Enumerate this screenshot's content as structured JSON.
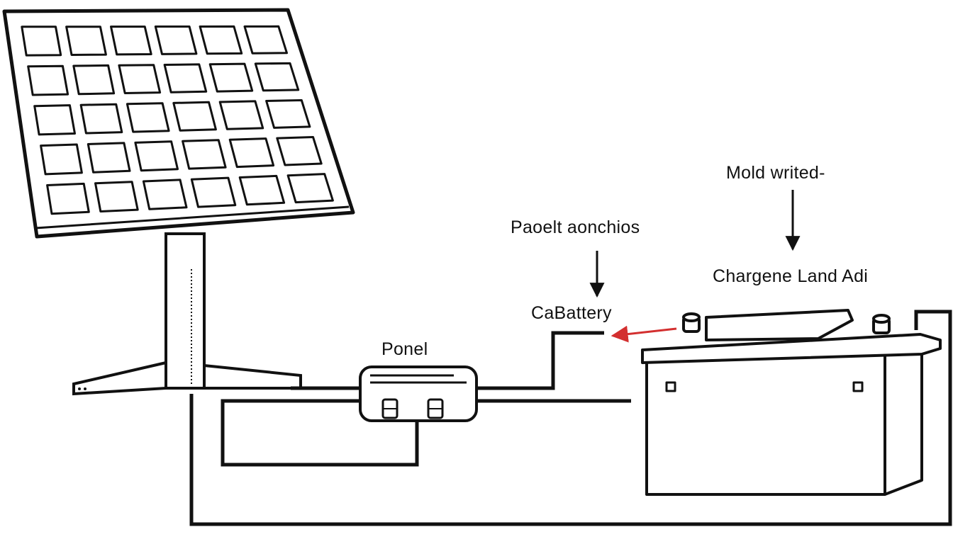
{
  "labels": {
    "mold_writed": "Mold writed-",
    "paoelt_aonchios": "Paoelt aonchios",
    "chargene_land_adi": "Chargene Land Adi",
    "cabattery": "CaBattery",
    "ponel": "Ponel"
  },
  "colors": {
    "stroke": "#111111",
    "background": "#ffffff",
    "arrow_accent": "#d32f2f"
  },
  "icons": {
    "solar_panel": "solar-panel-icon",
    "controller": "charge-controller-icon",
    "battery": "battery-icon"
  }
}
